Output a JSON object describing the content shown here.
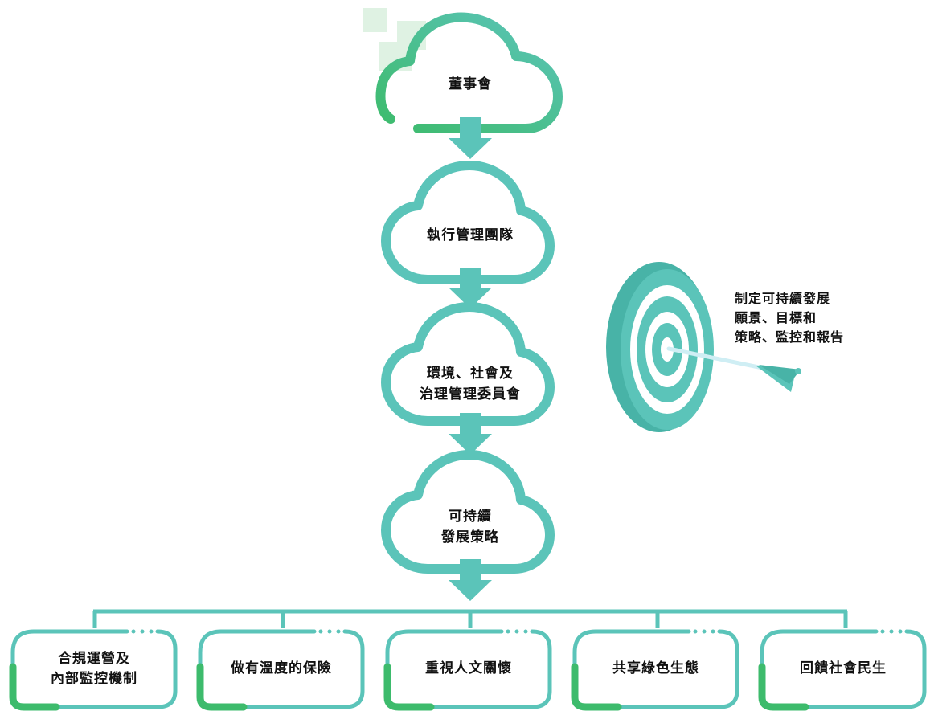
{
  "colors": {
    "teal": "#5bc4b9",
    "green": "#3dbb6c",
    "green_light": "#dff2e3",
    "arrow_shaft": "#cfeef4",
    "text": "#111111"
  },
  "clouds": [
    {
      "lines": [
        "董事會"
      ],
      "outline": "green-gradient"
    },
    {
      "lines": [
        "執行管理團隊"
      ],
      "outline": "teal"
    },
    {
      "lines": [
        "環境、社會及",
        "治理管理委員會"
      ],
      "outline": "teal"
    },
    {
      "lines": [
        "可持續",
        "發展策略"
      ],
      "outline": "teal"
    }
  ],
  "target": {
    "icon": "target-with-arrow-icon",
    "lines": [
      "制定可持續發展",
      "願景、目標和",
      "策略、監控和報告"
    ]
  },
  "pillars": [
    {
      "lines": [
        "合規運營及",
        "內部監控機制"
      ]
    },
    {
      "lines": [
        "做有溫度的保險"
      ]
    },
    {
      "lines": [
        "重視人文關懷"
      ]
    },
    {
      "lines": [
        "共享綠色生態"
      ]
    },
    {
      "lines": [
        "回饋社會民生"
      ]
    }
  ]
}
